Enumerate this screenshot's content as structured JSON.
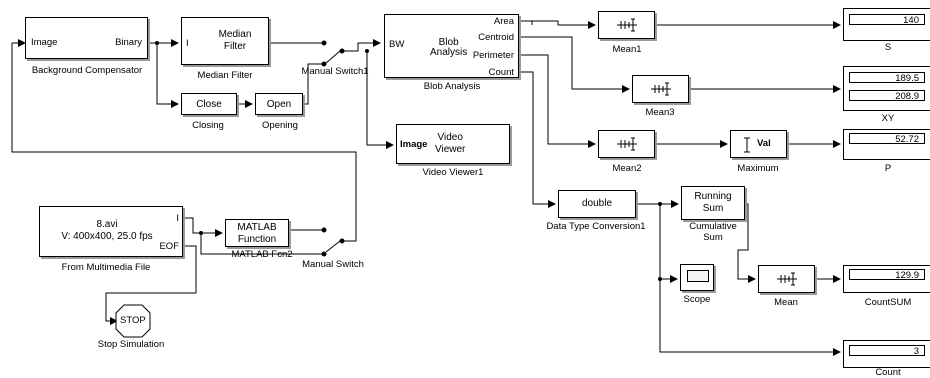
{
  "colors": {
    "line": "#000000",
    "shadow": "#9a9a9a",
    "background": "#ffffff"
  },
  "blocks": {
    "background_compensator": {
      "caption": "Background Compensator",
      "in_port": "Image",
      "out_port": "Binary"
    },
    "median_filter": {
      "body_line1": "Median",
      "body_line2": "Filter",
      "in_port": "I",
      "caption": "Median Filter"
    },
    "closing": {
      "body": "Close",
      "caption": "Closing"
    },
    "opening": {
      "body": "Open",
      "caption": "Opening"
    },
    "manual_switch1": {
      "caption": "Manual Switch1"
    },
    "blob_analysis": {
      "in_port": "BW",
      "body_line1": "Blob",
      "body_line2": "Analysis",
      "port_area": "Area",
      "port_centroid": "Centroid",
      "port_perimeter": "Perimeter",
      "port_count": "Count",
      "caption": "Blob Analysis"
    },
    "video_viewer": {
      "in_port": "Image",
      "body_line1": "Video",
      "body_line2": "Viewer",
      "caption": "Video Viewer1"
    },
    "multimedia_file": {
      "body_line1": "8.avi",
      "body_line2": "V: 400x400, 25.0 fps",
      "port_i": "I",
      "port_eof": "EOF",
      "caption": "From Multimedia File"
    },
    "matlab_fcn": {
      "body_line1": "MATLAB",
      "body_line2": "Function",
      "caption": "MATLAB Fcn2"
    },
    "manual_switch": {
      "caption": "Manual Switch"
    },
    "stop_simulation": {
      "body": "STOP",
      "caption": "Stop Simulation"
    },
    "mean1": {
      "caption": "Mean1"
    },
    "mean3": {
      "caption": "Mean3"
    },
    "mean2": {
      "caption": "Mean2"
    },
    "maximum": {
      "body": "Val",
      "caption": "Maximum"
    },
    "data_type_conversion": {
      "body": "double",
      "caption": "Data Type Conversion1"
    },
    "running_sum": {
      "body_line1": "Running",
      "body_line2": "Sum",
      "caption_line1": "Cumulative",
      "caption_line2": "Sum"
    },
    "scope": {
      "caption": "Scope"
    },
    "mean": {
      "caption": "Mean"
    },
    "display_s": {
      "value": "140",
      "caption": "S"
    },
    "display_xy": {
      "value1": "189.5",
      "value2": "208.9",
      "caption": "XY"
    },
    "display_p": {
      "value": "52.72",
      "caption": "P"
    },
    "display_countsum": {
      "value": "129.9",
      "caption": "CountSUM"
    },
    "display_count": {
      "value": "3",
      "caption": "Count"
    }
  }
}
